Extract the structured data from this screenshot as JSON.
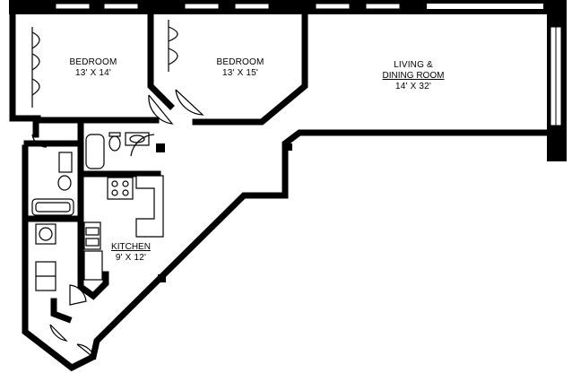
{
  "rooms": [
    {
      "id": "bedroom-1",
      "name": "BEDROOM",
      "size": "13' X 14'"
    },
    {
      "id": "bedroom-2",
      "name": "BEDROOM",
      "size": "13' X 15'"
    },
    {
      "id": "living",
      "name_line1": "LIVING &",
      "name_line2": "DINING ROOM",
      "size": "14' X 32'"
    },
    {
      "id": "kitchen",
      "name": "KITCHEN",
      "size": "9' X 12'"
    }
  ]
}
